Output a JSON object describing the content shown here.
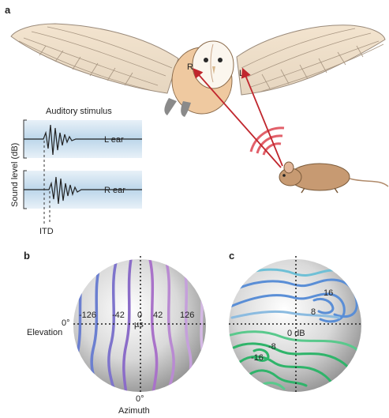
{
  "panel_a": {
    "label": "a",
    "stimulus_title": "Auditory stimulus",
    "y_axis_label": "Sound level (dB)",
    "left_ear_label": "L ear",
    "right_ear_label": "R ear",
    "itd_label": "ITD",
    "owl_right_marker": "R",
    "owl_left_marker": "L"
  },
  "panel_b": {
    "label": "b",
    "contour_labels": [
      "-126",
      "-42",
      "0",
      "42",
      "126"
    ],
    "unit": "µs",
    "elevation_tick": "0°",
    "elevation_label": "Elevation",
    "azimuth_tick": "0°",
    "azimuth_label": "Azimuth"
  },
  "panel_c": {
    "label": "c",
    "contour_labels": [
      "16",
      "8",
      "0 dB",
      "-8",
      "-16"
    ]
  },
  "colors": {
    "arrow_red": "#c0262d",
    "sound_wave_red": "#e2606a",
    "itd_contours": [
      "#6b7fd0",
      "#8b6cc8",
      "#a972c9",
      "#c5a0db"
    ],
    "ild_upper_contours": [
      "#5a8ed6",
      "#6fc0d6"
    ],
    "ild_lower_contours": [
      "#2fb46a",
      "#59c98c"
    ],
    "band_blue": "#cfe2f1"
  }
}
